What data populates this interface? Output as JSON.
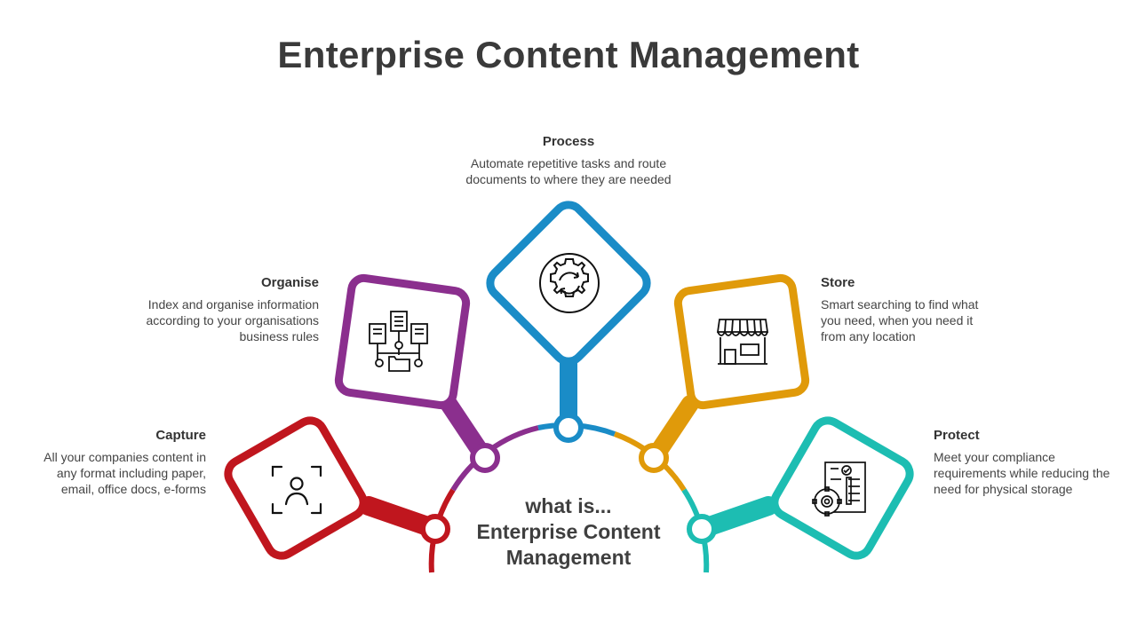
{
  "title": "Enterprise Content Management",
  "center": {
    "line1": "what is...",
    "line2": "Enterprise Content",
    "line3": "Management"
  },
  "colors": {
    "capture": "#c0161e",
    "organise": "#8b2f8e",
    "process": "#1a8cc7",
    "store": "#e09a0a",
    "protect": "#1dbdb2"
  },
  "steps": [
    {
      "key": "capture",
      "title": "Capture",
      "description": "All your companies content in\nany format including paper,\nemail, office docs, e-forms",
      "icon": "face-scan-icon"
    },
    {
      "key": "organise",
      "title": "Organise",
      "description": "Index and organise information\naccording to your organisations\nbusiness rules",
      "icon": "document-hierarchy-icon"
    },
    {
      "key": "process",
      "title": "Process",
      "description": "Automate repetitive tasks and route\ndocuments to where they  are needed",
      "icon": "gear-cycle-icon"
    },
    {
      "key": "store",
      "title": "Store",
      "description": "Smart searching to find what\nyou need, when you need it\nfrom any location",
      "icon": "storefront-icon"
    },
    {
      "key": "protect",
      "title": "Protect",
      "description": "Meet your compliance\nrequirements while reducing the\nneed for physical storage",
      "icon": "gear-checklist-icon"
    }
  ]
}
